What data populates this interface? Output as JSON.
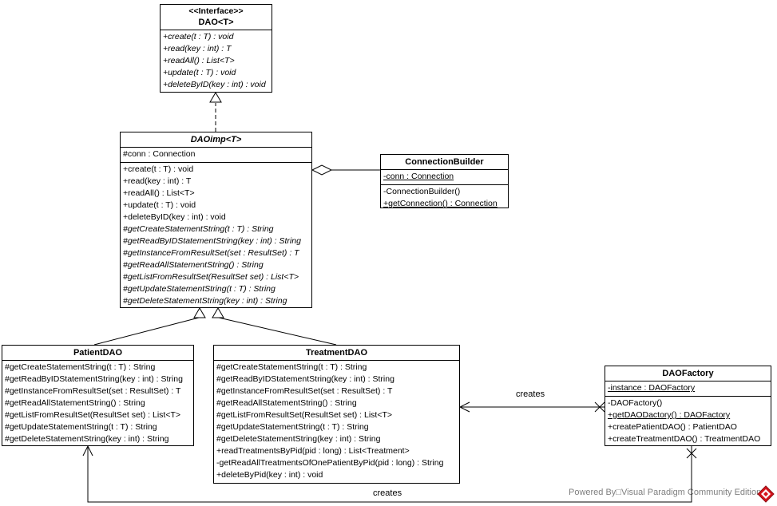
{
  "classes": {
    "dao": {
      "stereotype": "<<Interface>>",
      "name": "DAO<T>",
      "methods": [
        "+create(t : T) : void",
        "+read(key : int) : T",
        "+readAll() : List<T>",
        "+update(t : T) : void",
        "+deleteByID(key : int) : void"
      ]
    },
    "daoimp": {
      "name": "DAOimp<T>",
      "attributes": [
        "#conn : Connection"
      ],
      "methods": [
        "+create(t : T) : void",
        "+read(key : int) : T",
        "+readAll() : List<T>",
        "+update(t : T) : void",
        "+deleteByID(key : int) : void",
        "#getCreateStatementString(t : T) : String",
        "#getReadByIDStatementString(key : int) : String",
        "#getInstanceFromResultSet(set : ResultSet) : T",
        "#getReadAllStatementString() : String",
        "#getListFromResultSet(ResultSet set) : List<T>",
        "#getUpdateStatementString(t : T) : String",
        "#getDeleteStatementString(key : int) : String"
      ]
    },
    "connection_builder": {
      "name": "ConnectionBuilder",
      "attributes": [
        "-conn : Connection"
      ],
      "methods": [
        "-ConnectionBuilder()",
        "+getConnection() : Connection"
      ]
    },
    "patient_dao": {
      "name": "PatientDAO",
      "methods": [
        "#getCreateStatementString(t : T) : String",
        "#getReadByIDStatementString(key : int) : String",
        "#getInstanceFromResultSet(set : ResultSet) : T",
        "#getReadAllStatementString() : String",
        "#getListFromResultSet(ResultSet set) : List<T>",
        "#getUpdateStatementString(t : T) : String",
        "#getDeleteStatementString(key : int) : String"
      ]
    },
    "treatment_dao": {
      "name": "TreatmentDAO",
      "methods": [
        "#getCreateStatementString(t : T) : String",
        "#getReadByIDStatementString(key : int) : String",
        "#getInstanceFromResultSet(set : ResultSet) : T",
        "#getReadAllStatementString() : String",
        "#getListFromResultSet(ResultSet set) : List<T>",
        "#getUpdateStatementString(t : T) : String",
        "#getDeleteStatementString(key : int) : String",
        "+readTreatmentsByPid(pid : long) : List<Treatment>",
        "-getReadAllTreatmentsOfOnePatientByPid(pid : long) : String",
        "+deleteByPid(key : int) : void"
      ]
    },
    "dao_factory": {
      "name": "DAOFactory",
      "attributes": [
        "-instance : DAOFactory"
      ],
      "methods": [
        "-DAOFactory()",
        "+getDAODactory() : DAOFactory",
        "+createPatientDAO() : PatientDAO",
        "+createTreatmentDAO() : TreatmentDAO"
      ]
    }
  },
  "edges": {
    "creates_treatment_label": "creates",
    "creates_patient_label": "creates"
  },
  "footer": {
    "text": "Powered By□Visual Paradigm Community Edition"
  }
}
